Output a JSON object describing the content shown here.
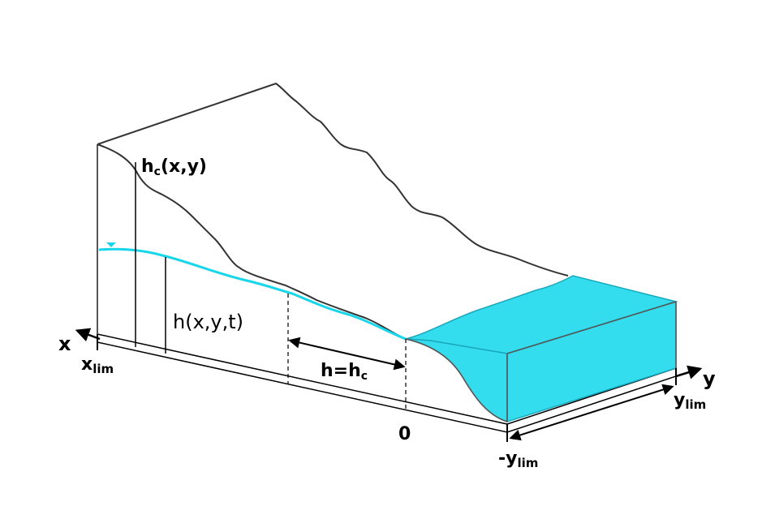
{
  "labels": {
    "hc": {
      "main": "h",
      "sub": "c",
      "tail": "(x,y)"
    },
    "h": "h(x,y,t)",
    "h_eq_hc": {
      "main": "h=h",
      "sub": "c"
    },
    "x_axis": "x",
    "y_axis": "y",
    "xlim": {
      "main": "x",
      "sub": "lim"
    },
    "ylim": {
      "main": "y",
      "sub": "lim"
    },
    "neg_ylim": {
      "main": "-y",
      "sub": "lim"
    },
    "zero": "0"
  },
  "colors": {
    "water": "#33ddee",
    "water_surface": "#18d6ea",
    "terrain_line": "#333333",
    "edge": "#000000"
  },
  "icons": {
    "water_level_marker": "inverted-triangle"
  }
}
